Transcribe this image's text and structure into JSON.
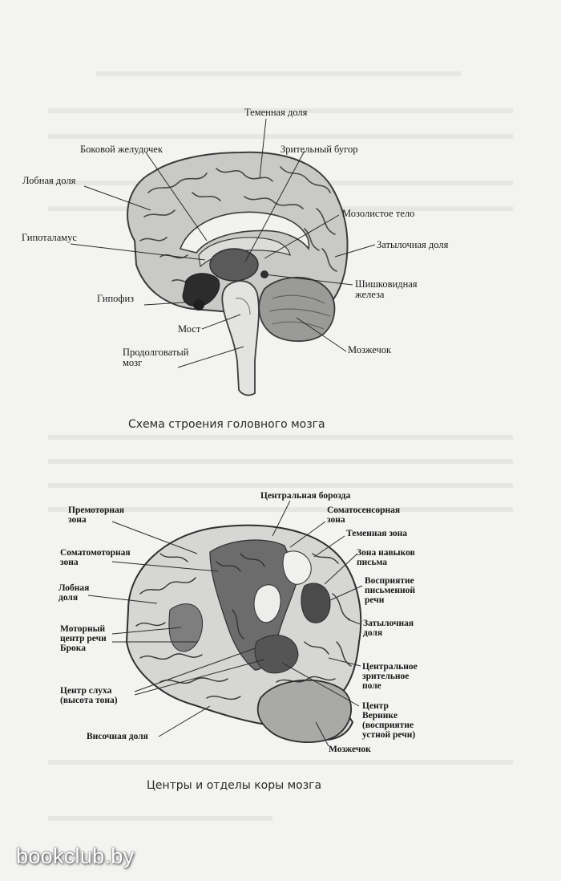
{
  "diagram1": {
    "caption": "Схема строения головного мозга",
    "labels": {
      "parietal": "Теменная доля",
      "lateral_ventricle": "Боковой желудочек",
      "thalamus": "Зрительный бугор",
      "frontal": "Лобная доля",
      "corpus_callosum": "Мозолистое тело",
      "hypothalamus": "Гипоталамус",
      "occipital": "Затылочная доля",
      "pineal": "Шишковидная\nжелеза",
      "pituitary": "Гипофиз",
      "pons": "Мост",
      "medulla": "Продолговатый\nмозг",
      "cerebellum": "Мозжечок"
    }
  },
  "diagram2": {
    "caption": "Центры и отделы коры мозга",
    "labels": {
      "central_sulcus": "Центральная борозда",
      "premotor": "Премоторная\nзона",
      "somatosensory": "Соматосенсорная\nзона",
      "parietal": "Теменная зона",
      "somatomotor": "Соматомоторная\nзона",
      "writing": "Зона навыков\nписьма",
      "written_speech": "Восприятие\nписьменной\nречи",
      "frontal": "Лобная\nдоля",
      "occipital": "Затылочная\nдоля",
      "broca": "Моторный\nцентр речи\nБрока",
      "visual": "Центральное\nзрительное\nполе",
      "hearing": "Центр слуха\n(высота тона)",
      "wernicke": "Центр\nВерникe\n(восприятие\nустной речи)",
      "temporal": "Височная доля",
      "cerebellum": "Мозжечок"
    }
  },
  "watermark": "bookclub.by"
}
